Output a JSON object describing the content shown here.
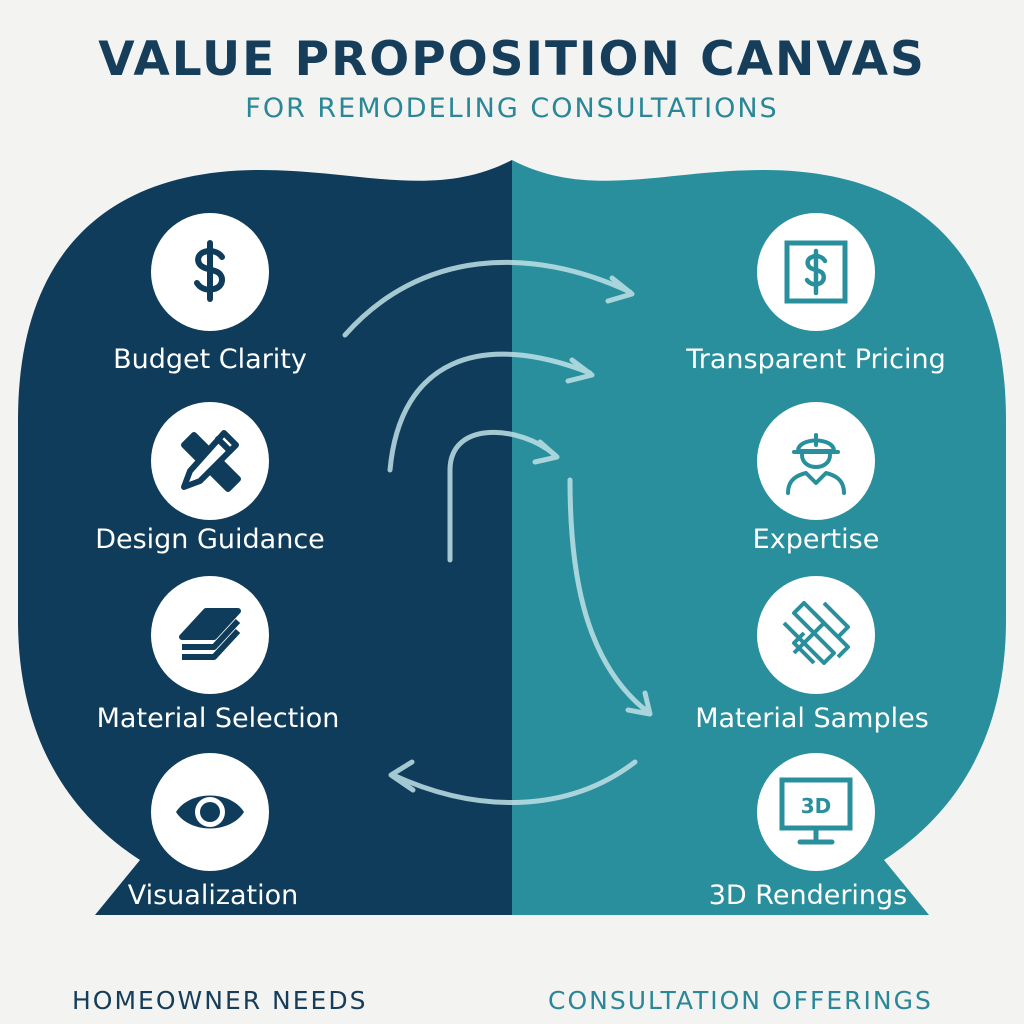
{
  "header": {
    "title": "VALUE PROPOSITION CANVAS",
    "subtitle": "FOR REMODELING CONSULTATIONS"
  },
  "colors": {
    "navy": "#0f3c5a",
    "teal": "#298f9c",
    "background": "#f3f3f2"
  },
  "needs": {
    "footer": "HOMEOWNER NEEDS",
    "items": [
      {
        "label": "Budget Clarity",
        "icon": "dollar-icon"
      },
      {
        "label": "Design Guidance",
        "icon": "pencil-ruler-icon"
      },
      {
        "label": "Material Selection",
        "icon": "material-layers-icon"
      },
      {
        "label": "Visualization",
        "icon": "eye-icon"
      }
    ]
  },
  "offerings": {
    "footer": "CONSULTATION OFFERINGS",
    "items": [
      {
        "label": "Transparent Pricing",
        "icon": "dollar-box-icon"
      },
      {
        "label": "Expertise",
        "icon": "hardhat-worker-icon"
      },
      {
        "label": "Material Samples",
        "icon": "tile-grid-icon"
      },
      {
        "label": "3D Renderings",
        "icon": "monitor-3d-icon",
        "icon_text": "3D"
      }
    ]
  }
}
